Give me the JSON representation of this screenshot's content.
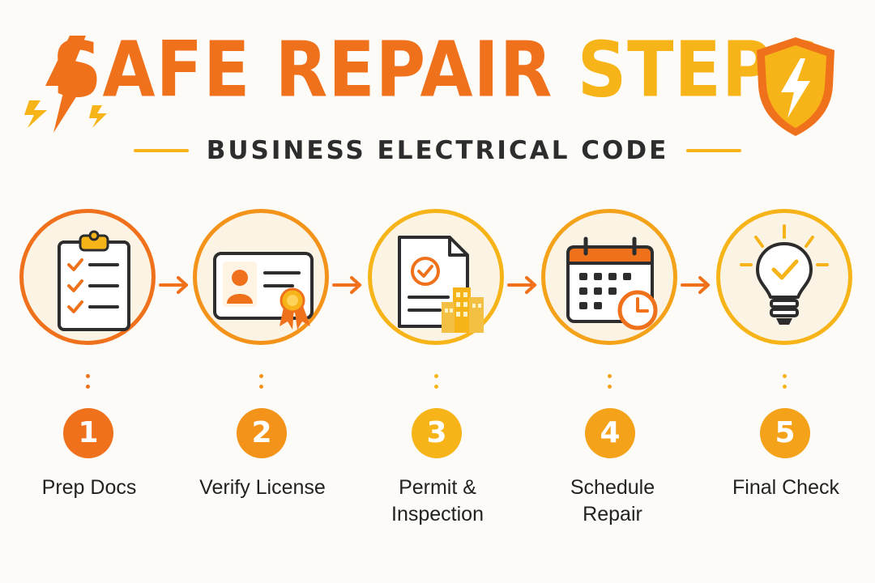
{
  "header": {
    "title_part1": "SAFE REPAIR",
    "title_part2": "STEPS",
    "subtitle": "BUSINESS ELECTRICAL CODE"
  },
  "colors": {
    "orange": "#f0711c",
    "amber": "#f7b418",
    "mid": "#f4931a",
    "dark": "#2d2d2d",
    "background": "#fdfbf7"
  },
  "steps": [
    {
      "number": "1",
      "label": "Prep Docs",
      "icon": "clipboard-checklist-icon"
    },
    {
      "number": "2",
      "label": "Verify License",
      "icon": "license-card-icon"
    },
    {
      "number": "3",
      "label": "Permit & Inspection",
      "icon": "permit-document-icon"
    },
    {
      "number": "4",
      "label": "Schedule Repair",
      "icon": "calendar-clock-icon"
    },
    {
      "number": "5",
      "label": "Final Check",
      "icon": "lightbulb-check-icon"
    }
  ]
}
